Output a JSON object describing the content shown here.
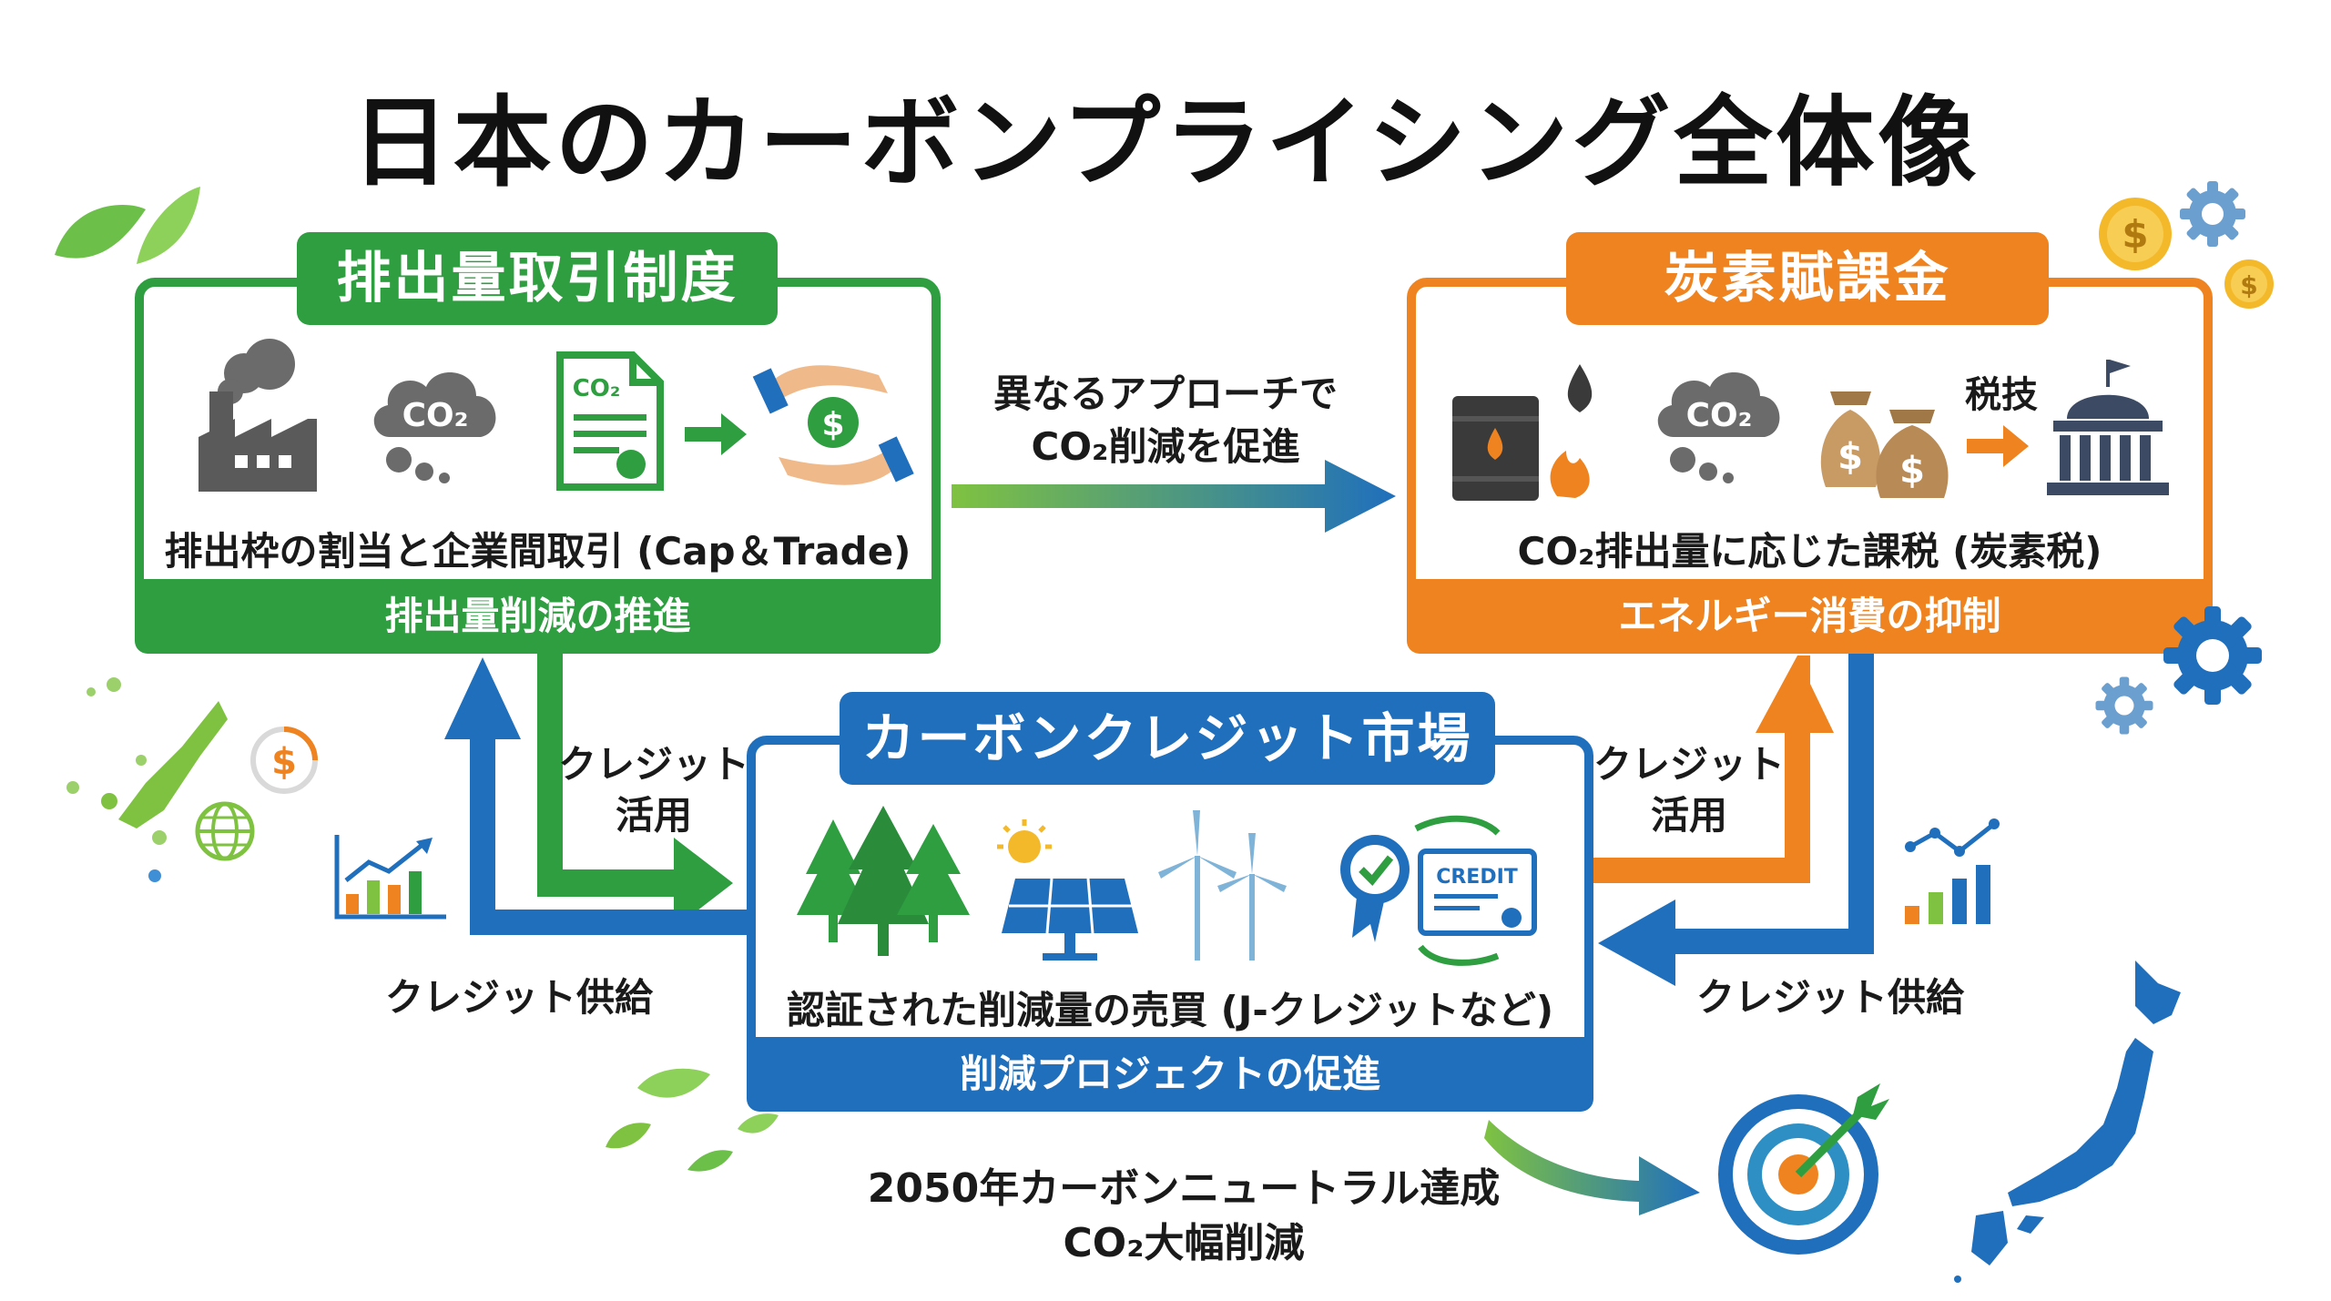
{
  "title": "日本のカーボンプライシング全体像",
  "boxes": {
    "ets": {
      "title": "排出量取引制度",
      "description": "排出枠の割当と企業間取引 (Cap＆Trade)",
      "footer": "排出量削減の推進",
      "icon_co2": "CO₂",
      "doc_co2": "CO₂"
    },
    "tax": {
      "title": "炭素賦課金",
      "description": "CO₂排出量に応じた課税 (炭素税)",
      "footer": "エネルギー消費の抑制",
      "icon_co2": "CO₂",
      "tax_label": "税技"
    },
    "credit": {
      "title": "カーボンクレジット市場",
      "description": "認証された削減量の売買 (J-クレジットなど)",
      "footer": "削減プロジェクトの促進",
      "credit_card_label": "CREDIT"
    }
  },
  "arrows": {
    "middle_label_line1": "異なるアプローチで",
    "middle_label_line2": "CO₂削減を促進",
    "left_use_line1": "クレジット",
    "left_use_line2": "活用",
    "right_use_line1": "クレジット",
    "right_use_line2": "活用",
    "left_supply": "クレジット供給",
    "right_supply": "クレジット供給"
  },
  "goal": {
    "line1": "2050年カーボンニュートラル達成",
    "line2": "CO₂大幅削減"
  },
  "colors": {
    "green": "#2e9e41",
    "orange": "#ee8320",
    "blue": "#1f6fbd",
    "gray": "#555555"
  },
  "icons": [
    "factory-icon",
    "co2-cloud-icon",
    "certificate-icon",
    "money-hands-icon",
    "oil-barrel-icon",
    "money-bags-icon",
    "government-building-icon",
    "forest-icon",
    "solar-panel-icon",
    "wind-turbine-icon",
    "credit-certificate-icon",
    "target-icon",
    "japan-map-icon",
    "gear-icon",
    "coin-icon",
    "leaf-icon",
    "bar-chart-icon",
    "globe-icon"
  ]
}
